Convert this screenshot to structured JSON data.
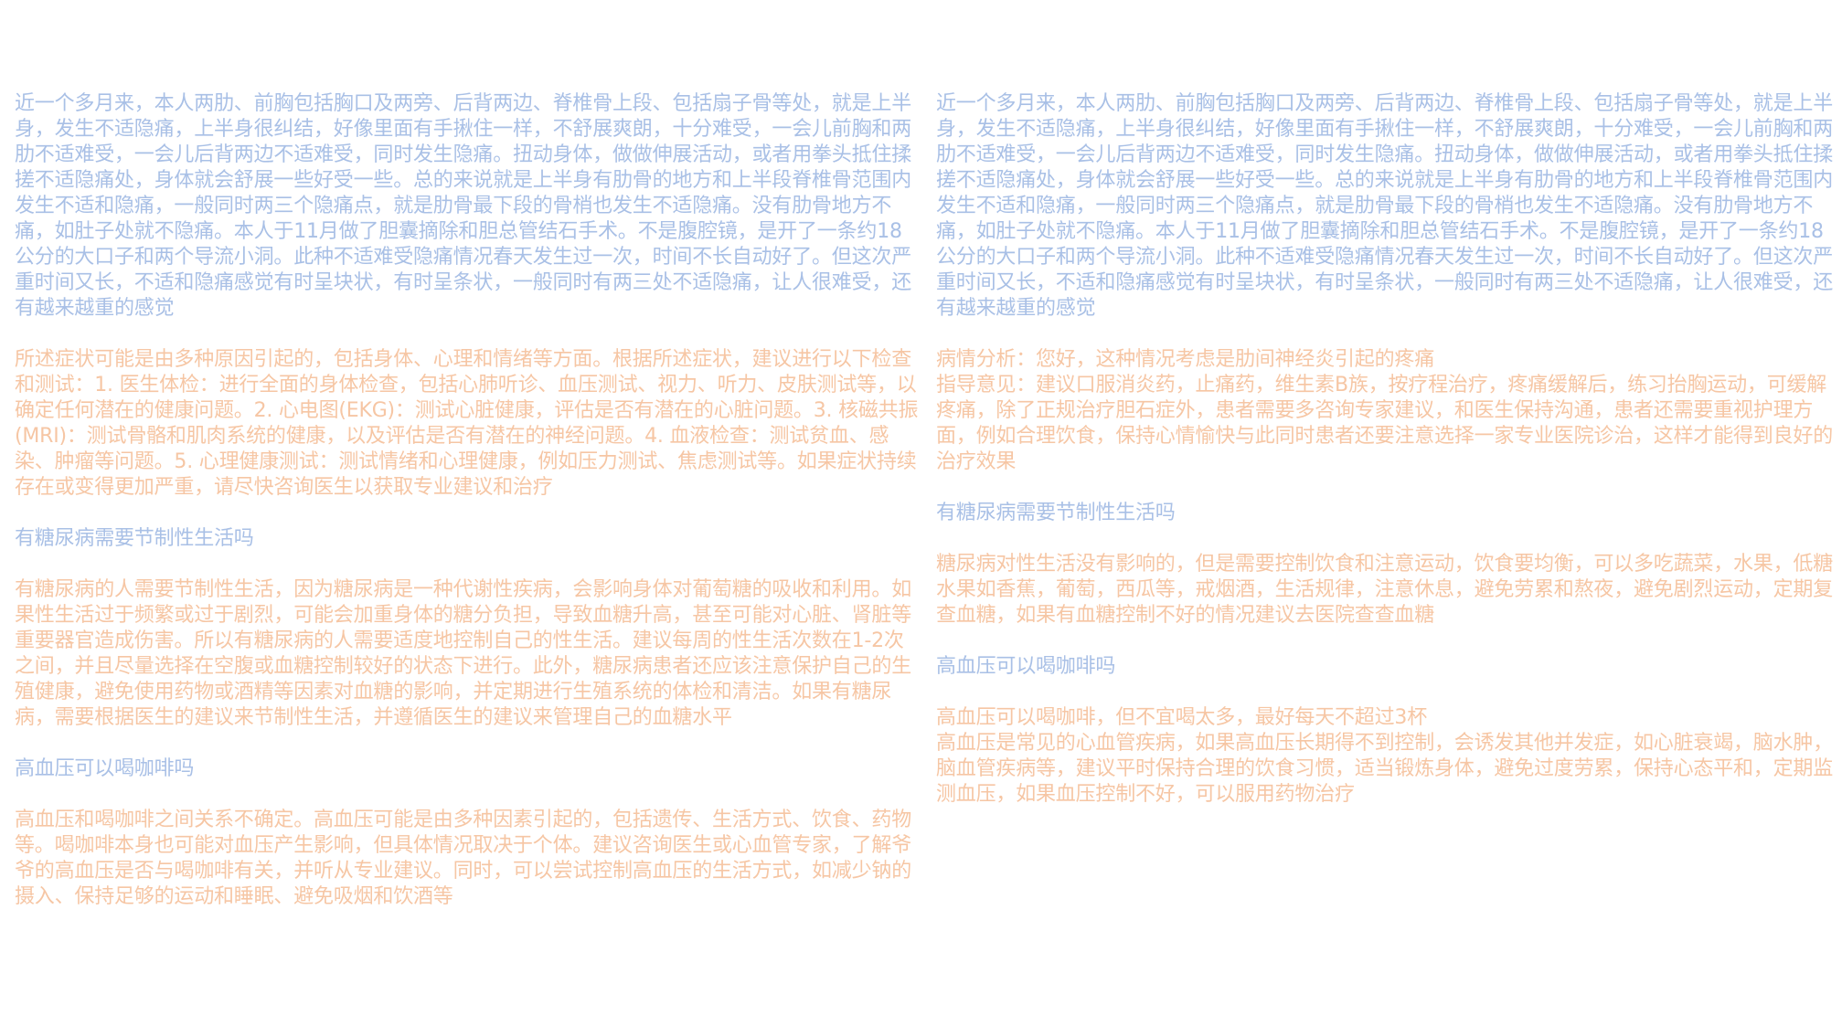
{
  "colors": {
    "question": "#a9c0e6",
    "answer": "#f6c6a4",
    "background": "#ffffff"
  },
  "left": [
    {
      "role": "question",
      "text": "近一个多月来，本人两肋、前胸包括胸口及两旁、后背两边、脊椎骨上段、包括扇子骨等处，就是上半身，发生不适隐痛，上半身很纠结，好像里面有手揪住一样，不舒展爽朗，十分难受，一会儿前胸和两肋不适难受，一会儿后背两边不适难受，同时发生隐痛。扭动身体，做做伸展活动，或者用拳头抵住揉搓不适隐痛处，身体就会舒展一些好受一些。总的来说就是上半身有肋骨的地方和上半段脊椎骨范围内发生不适和隐痛，一般同时两三个隐痛点，就是肋骨最下段的骨梢也发生不适隐痛。没有肋骨地方不痛，如肚子处就不隐痛。本人于11月做了胆囊摘除和胆总管结石手术。不是腹腔镜，是开了一条约18公分的大口子和两个导流小洞。此种不适难受隐痛情况春天发生过一次，时间不长自动好了。但这次严重时间又长，不适和隐痛感觉有时呈块状，有时呈条状，一般同时有两三处不适隐痛，让人很难受，还有越来越重的感觉"
    },
    {
      "role": "answer",
      "text": "所述症状可能是由多种原因引起的，包括身体、心理和情绪等方面。根据所述症状，建议进行以下检查和测试：1. 医生体检：进行全面的身体检查，包括心肺听诊、血压测试、视力、听力、皮肤测试等，以确定任何潜在的健康问题。2. 心电图(EKG)：测试心脏健康，评估是否有潜在的心脏问题。3. 核磁共振(MRI)：测试骨骼和肌肉系统的健康，以及评估是否有潜在的神经问题。4. 血液检查：测试贫血、感染、肿瘤等问题。5. 心理健康测试：测试情绪和心理健康，例如压力测试、焦虑测试等。如果症状持续存在或变得更加严重，请尽快咨询医生以获取专业建议和治疗"
    },
    {
      "role": "question",
      "text": "有糖尿病需要节制性生活吗"
    },
    {
      "role": "answer",
      "text": "有糖尿病的人需要节制性生活，因为糖尿病是一种代谢性疾病，会影响身体对葡萄糖的吸收和利用。如果性生活过于频繁或过于剧烈，可能会加重身体的糖分负担，导致血糖升高，甚至可能对心脏、肾脏等重要器官造成伤害。所以有糖尿病的人需要适度地控制自己的性生活。建议每周的性生活次数在1-2次之间，并且尽量选择在空腹或血糖控制较好的状态下进行。此外，糖尿病患者还应该注意保护自己的生殖健康，避免使用药物或酒精等因素对血糖的影响，并定期进行生殖系统的体检和清洁。如果有糖尿病，需要根据医生的建议来节制性生活，并遵循医生的建议来管理自己的血糖水平"
    },
    {
      "role": "question",
      "text": "高血压可以喝咖啡吗"
    },
    {
      "role": "answer",
      "text": "高血压和喝咖啡之间关系不确定。高血压可能是由多种因素引起的，包括遗传、生活方式、饮食、药物等。喝咖啡本身也可能对血压产生影响，但具体情况取决于个体。建议咨询医生或心血管专家，了解爷爷的高血压是否与喝咖啡有关，并听从专业建议。同时，可以尝试控制高血压的生活方式，如减少钠的摄入、保持足够的运动和睡眠、避免吸烟和饮酒等"
    }
  ],
  "right": [
    {
      "role": "question",
      "text": "近一个多月来，本人两肋、前胸包括胸口及两旁、后背两边、脊椎骨上段、包括扇子骨等处，就是上半身，发生不适隐痛，上半身很纠结，好像里面有手揪住一样，不舒展爽朗，十分难受，一会儿前胸和两肋不适难受，一会儿后背两边不适难受，同时发生隐痛。扭动身体，做做伸展活动，或者用拳头抵住揉搓不适隐痛处，身体就会舒展一些好受一些。总的来说就是上半身有肋骨的地方和上半段脊椎骨范围内发生不适和隐痛，一般同时两三个隐痛点，就是肋骨最下段的骨梢也发生不适隐痛。没有肋骨地方不痛，如肚子处就不隐痛。本人于11月做了胆囊摘除和胆总管结石手术。不是腹腔镜，是开了一条约18公分的大口子和两个导流小洞。此种不适难受隐痛情况春天发生过一次，时间不长自动好了。但这次严重时间又长，不适和隐痛感觉有时呈块状，有时呈条状，一般同时有两三处不适隐痛，让人很难受，还有越来越重的感觉"
    },
    {
      "role": "answer",
      "text": "病情分析：您好，这种情况考虑是肋间神经炎引起的疼痛\n指导意见：建议口服消炎药，止痛药，维生素B族，按疗程治疗，疼痛缓解后，练习抬胸运动，可缓解疼痛，除了正规治疗胆石症外，患者需要多咨询专家建议，和医生保持沟通，患者还需要重视护理方面，例如合理饮食，保持心情愉快与此同时患者还要注意选择一家专业医院诊治，这样才能得到良好的治疗效果"
    },
    {
      "role": "question",
      "text": "有糖尿病需要节制性生活吗"
    },
    {
      "role": "answer",
      "text": "糖尿病对性生活没有影响的，但是需要控制饮食和注意运动，饮食要均衡，可以多吃蔬菜，水果，低糖水果如香蕉，葡萄，西瓜等，戒烟酒，生活规律，注意休息，避免劳累和熬夜，避免剧烈运动，定期复查血糖，如果有血糖控制不好的情况建议去医院查查血糖"
    },
    {
      "role": "question",
      "text": "高血压可以喝咖啡吗"
    },
    {
      "role": "answer",
      "text": "高血压可以喝咖啡，但不宜喝太多，最好每天不超过3杯\n高血压是常见的心血管疾病，如果高血压长期得不到控制，会诱发其他并发症，如心脏衰竭，脑水肿，脑血管疾病等，建议平时保持合理的饮食习惯，适当锻炼身体，避免过度劳累，保持心态平和，定期监测血压，如果血压控制不好，可以服用药物治疗"
    }
  ]
}
